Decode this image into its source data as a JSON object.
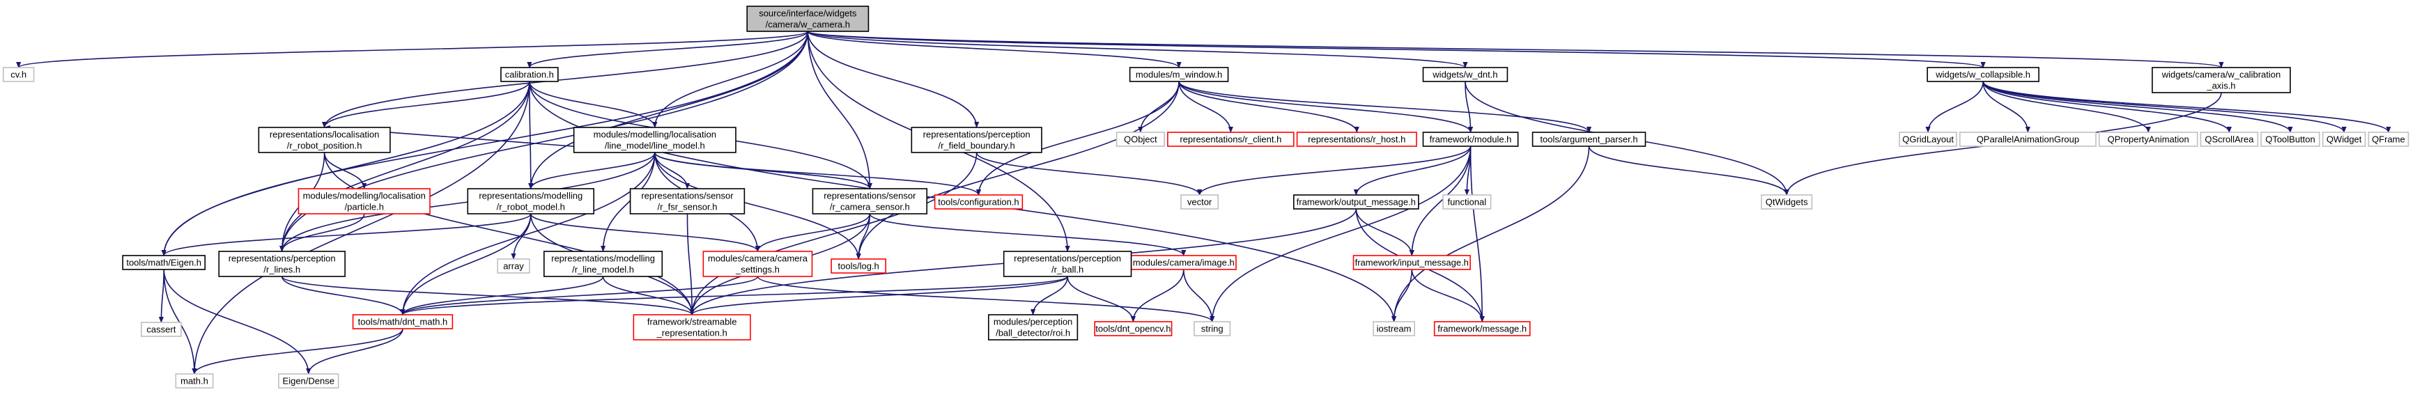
{
  "colors": {
    "edge": "#191970",
    "box_normal": "#000000",
    "box_truncated": "#ff0000",
    "box_leaf": "#bfbfbf",
    "root_fill": "#bfbfbf",
    "fill": "#ffffff"
  },
  "nodes": {
    "root": {
      "lines": [
        "source/interface/widgets",
        "/camera/w_camera.h"
      ]
    },
    "cv": {
      "lines": [
        "cv.h"
      ]
    },
    "calibration": {
      "lines": [
        "calibration.h"
      ]
    },
    "m_window": {
      "lines": [
        "modules/m_window.h"
      ]
    },
    "w_dnt": {
      "lines": [
        "widgets/w_dnt.h"
      ]
    },
    "w_collapsible": {
      "lines": [
        "widgets/w_collapsible.h"
      ]
    },
    "w_calibration_axis": {
      "lines": [
        "widgets/camera/w_calibration",
        "_axis.h"
      ]
    },
    "r_robot_position": {
      "lines": [
        "representations/localisation",
        "/r_robot_position.h"
      ]
    },
    "line_model": {
      "lines": [
        "modules/modelling/localisation",
        "/line_model/line_model.h"
      ]
    },
    "r_field_boundary": {
      "lines": [
        "representations/perception",
        "/r_field_boundary.h"
      ]
    },
    "qobject": {
      "lines": [
        "QObject"
      ]
    },
    "r_client": {
      "lines": [
        "representations/r_client.h"
      ]
    },
    "r_host": {
      "lines": [
        "representations/r_host.h"
      ]
    },
    "framework_module": {
      "lines": [
        "framework/module.h"
      ]
    },
    "argument_parser": {
      "lines": [
        "tools/argument_parser.h"
      ]
    },
    "qgridlayout": {
      "lines": [
        "QGridLayout"
      ]
    },
    "qparallel": {
      "lines": [
        "QParallelAnimationGroup"
      ]
    },
    "qproperty": {
      "lines": [
        "QPropertyAnimation"
      ]
    },
    "qscrollarea": {
      "lines": [
        "QScrollArea"
      ]
    },
    "qtoolbutton": {
      "lines": [
        "QToolButton"
      ]
    },
    "qwidget": {
      "lines": [
        "QWidget"
      ]
    },
    "qframe": {
      "lines": [
        "QFrame"
      ]
    },
    "particle": {
      "lines": [
        "modules/modelling/localisation",
        "/particle.h"
      ]
    },
    "r_robot_model": {
      "lines": [
        "representations/modelling",
        "/r_robot_model.h"
      ]
    },
    "r_fsr_sensor": {
      "lines": [
        "representations/sensor",
        "/r_fsr_sensor.h"
      ]
    },
    "r_camera_sensor": {
      "lines": [
        "representations/sensor",
        "/r_camera_sensor.h"
      ]
    },
    "configuration": {
      "lines": [
        "tools/configuration.h"
      ]
    },
    "vector": {
      "lines": [
        "vector"
      ]
    },
    "functional": {
      "lines": [
        "functional"
      ]
    },
    "output_message": {
      "lines": [
        "framework/output_message.h"
      ]
    },
    "qtwidgets": {
      "lines": [
        "QtWidgets"
      ]
    },
    "eigen": {
      "lines": [
        "tools/math/Eigen.h"
      ]
    },
    "r_lines": {
      "lines": [
        "representations/perception",
        "/r_lines.h"
      ]
    },
    "array": {
      "lines": [
        "array"
      ]
    },
    "r_line_model": {
      "lines": [
        "representations/modelling",
        "/r_line_model.h"
      ]
    },
    "camera_settings": {
      "lines": [
        "modules/camera/camera",
        "_settings.h"
      ]
    },
    "log": {
      "lines": [
        "tools/log.h"
      ]
    },
    "image": {
      "lines": [
        "modules/camera/image.h"
      ]
    },
    "r_ball": {
      "lines": [
        "representations/perception",
        "/r_ball.h"
      ]
    },
    "input_message": {
      "lines": [
        "framework/input_message.h"
      ]
    },
    "cassert": {
      "lines": [
        "cassert"
      ]
    },
    "dnt_math": {
      "lines": [
        "tools/math/dnt_math.h"
      ]
    },
    "streamable": {
      "lines": [
        "framework/streamable",
        "_representation.h"
      ]
    },
    "ball_detector": {
      "lines": [
        "modules/perception",
        "/ball_detector/roi.h"
      ]
    },
    "dnt_opencv": {
      "lines": [
        "tools/dnt_opencv.h"
      ]
    },
    "string": {
      "lines": [
        "string"
      ]
    },
    "iostream": {
      "lines": [
        "iostream"
      ]
    },
    "message": {
      "lines": [
        "framework/message.h"
      ]
    },
    "math": {
      "lines": [
        "math.h"
      ]
    },
    "eigen_dense": {
      "lines": [
        "Eigen/Dense"
      ]
    }
  }
}
